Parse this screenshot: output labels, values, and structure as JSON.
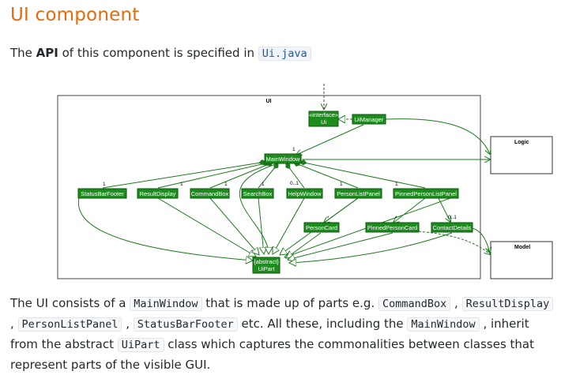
{
  "heading": "UI component",
  "intro": {
    "before": "The ",
    "bold": "API",
    "middle": " of this component is specified in ",
    "code": "Ui.java"
  },
  "diagram": {
    "package_label": "UI",
    "interface_stereotype": "«interface»",
    "interface_name": "Ui",
    "ui_manager": "UiManager",
    "main_window": "MainWindow",
    "parts": [
      "StatusBarFooter",
      "ResultDisplay",
      "CommandBox",
      "SearchBox",
      "HelpWindow",
      "PersonListPanel",
      "PinnedPersonListPanel"
    ],
    "cards": [
      "PersonCard",
      "PinnedPersonCard",
      "ContactDetails"
    ],
    "abstract_stereotype": "{abstract}",
    "abstract_name": "UiPart",
    "logic_label": "Logic",
    "model_label": "Model",
    "multiplicities": {
      "main_window": "1",
      "status_bar": "1",
      "result_display": "1",
      "command_box": "1",
      "search_box": "1",
      "help_window": "0..1",
      "person_list": "1",
      "pinned_list": "1",
      "person_card": "*",
      "pinned_card": "*",
      "contact_details": "0..1"
    },
    "colors": {
      "box_fill": "#1e8b1e",
      "box_stroke": "#0a5a0a",
      "line": "#1e7a1e"
    }
  },
  "body": {
    "t1": "The UI consists of a ",
    "c1": "MainWindow",
    "t2": " that is made up of parts e.g. ",
    "c2": "CommandBox",
    "t3": " , ",
    "c3": "ResultDisplay",
    "t4": " , ",
    "c4": "PersonListPanel",
    "t5": " , ",
    "c5": "StatusBarFooter",
    "t6": " etc. All these, including the ",
    "c6": "MainWindow",
    "t7": " , inherit from the abstract ",
    "c7": "UiPart",
    "t8": " class which captures the commonalities between classes that represent parts of the visible GUI."
  }
}
